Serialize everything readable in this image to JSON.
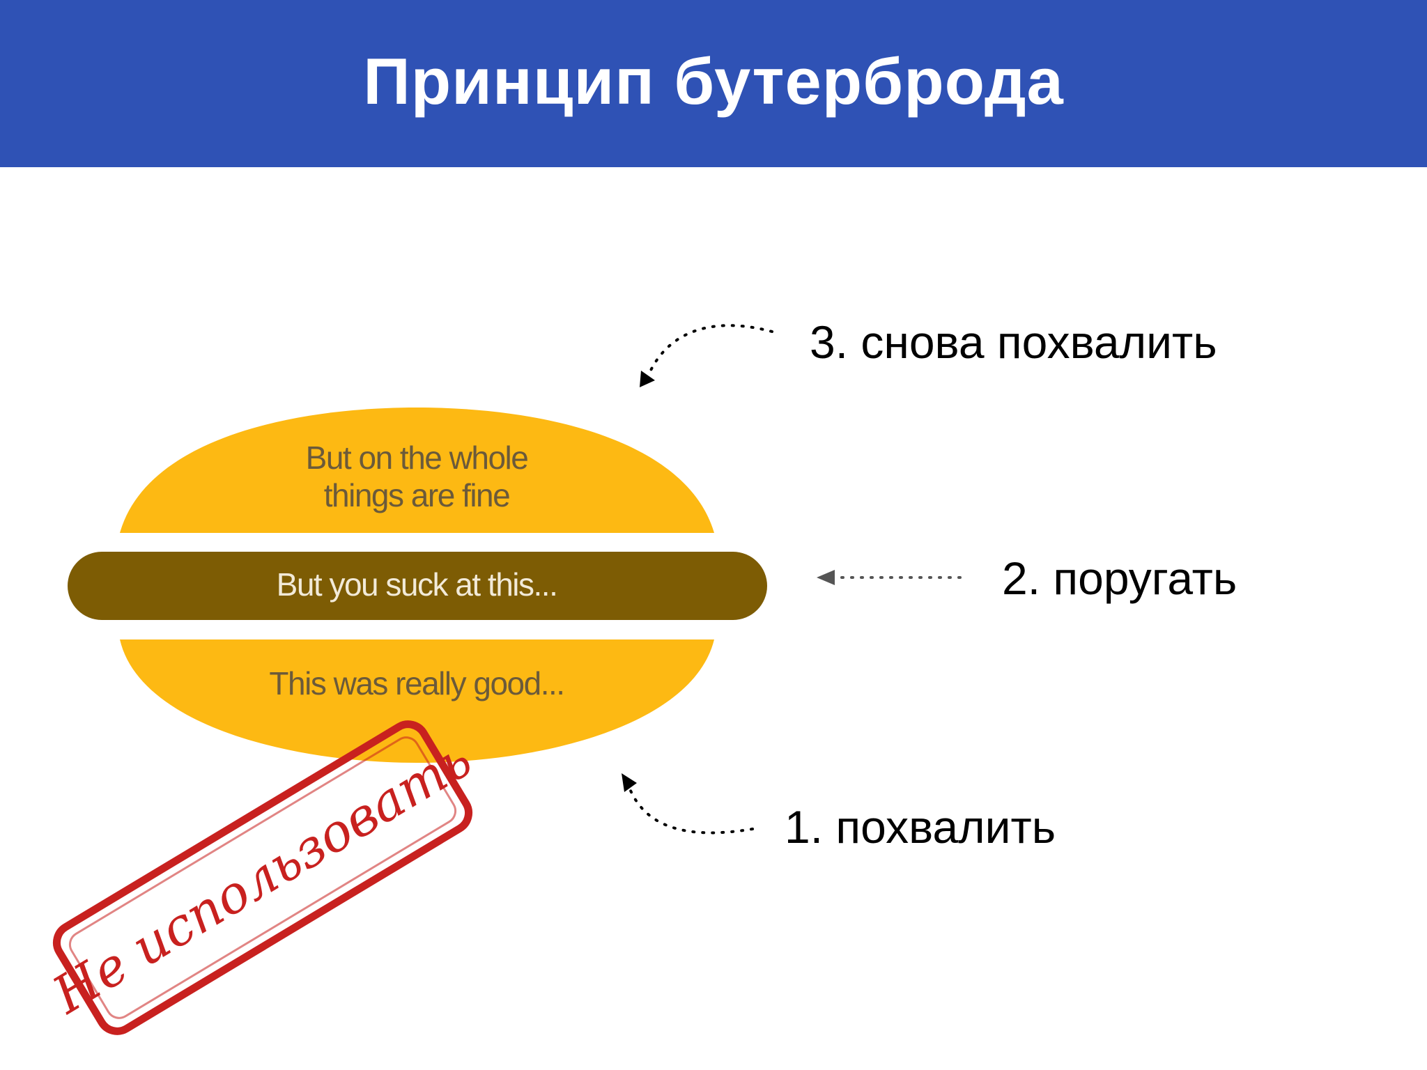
{
  "title": "Принцип бутерброда",
  "labels": {
    "step3": "3. снова похвалить",
    "step2": "2. поругать",
    "step1": "1. похвалить"
  },
  "sandwich": {
    "top_bun_line1": "But on the whole",
    "top_bun_line2": "things are fine",
    "patty": "But you suck at this...",
    "bottom_bun": "This was really good..."
  },
  "stamp": {
    "text": "Не использовать"
  },
  "colors": {
    "header": "#2f52b5",
    "bun": "#fdb913",
    "patty": "#7d5c04",
    "stamp": "#c8211f"
  }
}
